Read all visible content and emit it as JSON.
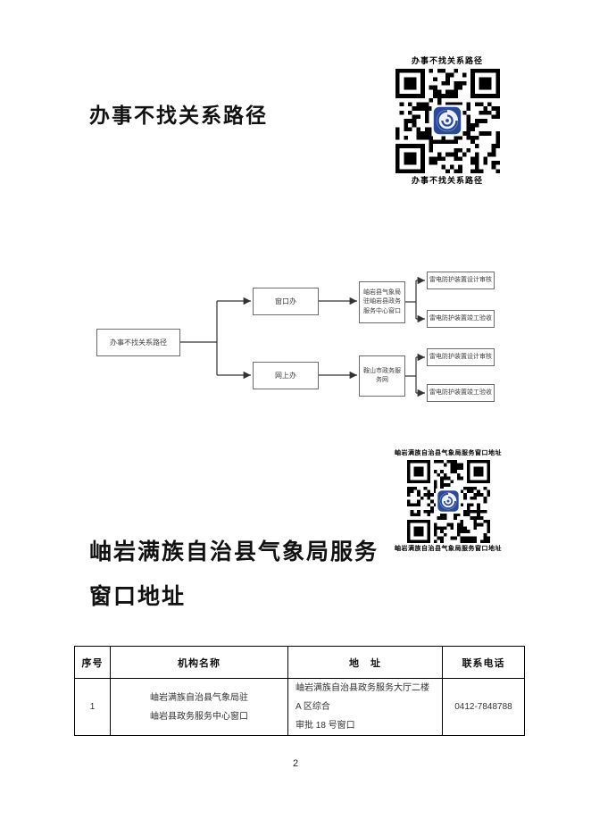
{
  "page": {
    "number": "2"
  },
  "section_paths": {
    "title": "办事不找关系路径",
    "qr_caption_top": "办事不找关系路径",
    "qr_caption_bottom": "办事不找关系路径"
  },
  "flowchart": {
    "root": "办事不找关系路径",
    "top": {
      "channel": "窗口办",
      "venue": "岫岩县气象局驻岫岩县政务服务中心窗口",
      "services": [
        "雷电防护装置设计审核",
        "雷电防护装置竣工验收"
      ]
    },
    "bottom": {
      "channel": "网上办",
      "venue": "鞍山市政务服务网",
      "services": [
        "雷电防护装置设计审核",
        "雷电防护装置竣工验收"
      ]
    }
  },
  "section_address": {
    "title_line1": "岫岩满族自治县气象局服务",
    "title_line2": "窗口地址",
    "qr_caption_top": "岫岩满族自治县气象局服务窗口地址",
    "qr_caption_bottom": "岫岩满族自治县气象局服务窗口地址"
  },
  "table": {
    "headers": [
      "序号",
      "机构名称",
      "地　址",
      "联系电话"
    ],
    "rows": [
      {
        "no": "1",
        "org_line1": "岫岩满族自治县气象局驻",
        "org_line2": "岫岩县政务服务中心窗口",
        "addr_line1": "岫岩满族自治县政务服务大厅二楼 A 区综合",
        "addr_line2": "审批 18 号窗口",
        "phone": "0412-7848788"
      }
    ]
  },
  "colors": {
    "qr_logo_blue": "#2b4a9b",
    "flow_border": "#6b6b6b",
    "flow_line": "#333333",
    "table_border": "#000000"
  }
}
